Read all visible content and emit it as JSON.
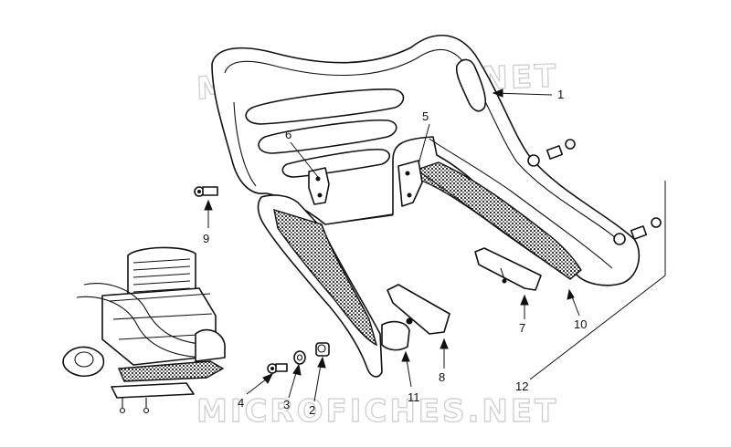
{
  "watermark": {
    "text_top": "MICROFICHES.NET",
    "text_bottom": "MICROFICHES.NET"
  },
  "callouts": [
    {
      "id": "1",
      "label": "1"
    },
    {
      "id": "2",
      "label": "2"
    },
    {
      "id": "3",
      "label": "3"
    },
    {
      "id": "4",
      "label": "4"
    },
    {
      "id": "5",
      "label": "5"
    },
    {
      "id": "6",
      "label": "6"
    },
    {
      "id": "7",
      "label": "7"
    },
    {
      "id": "8",
      "label": "8"
    },
    {
      "id": "9",
      "label": "9"
    },
    {
      "id": "10",
      "label": "10"
    },
    {
      "id": "11",
      "label": "11"
    },
    {
      "id": "12",
      "label": "12"
    }
  ],
  "colors": {
    "ink": "#111111",
    "watermark": "#c9c9c9",
    "background": "#ffffff"
  }
}
